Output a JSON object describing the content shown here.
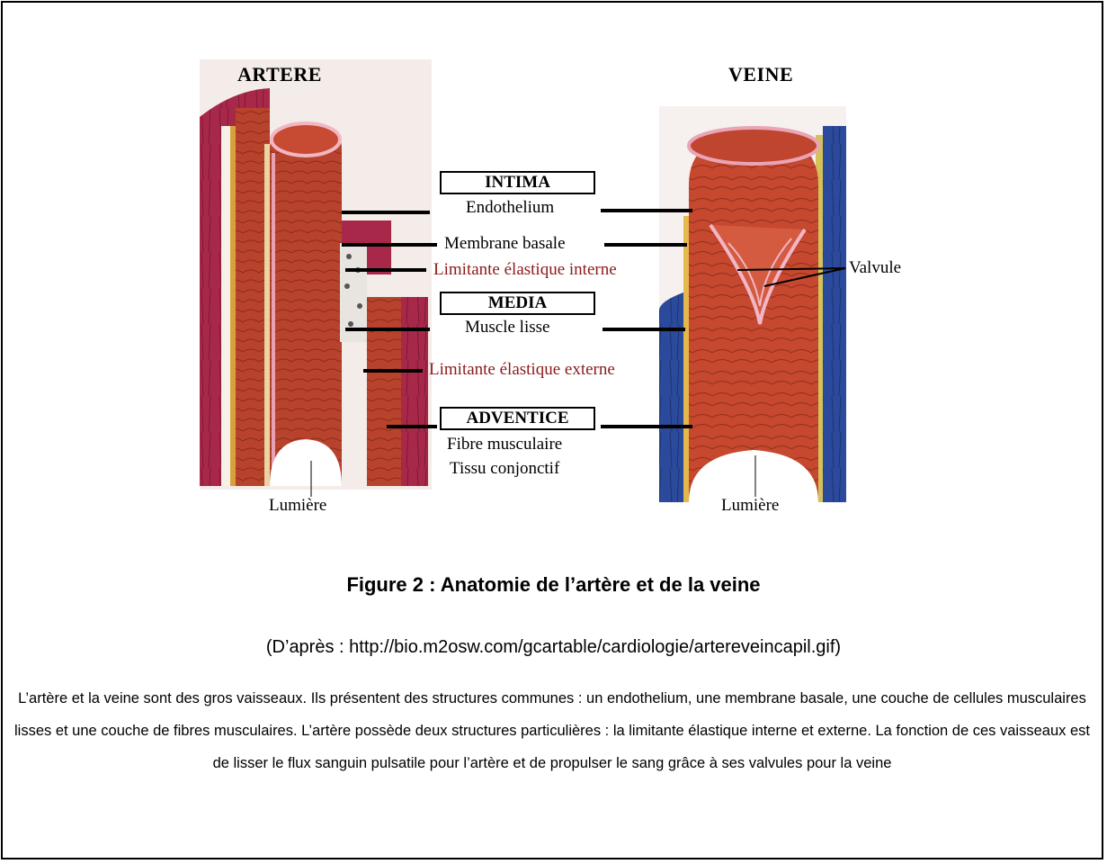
{
  "diagram": {
    "artery_title": "ARTERE",
    "vein_title": "VEINE",
    "labels": {
      "intima": "INTIMA",
      "endothelium": "Endothelium",
      "membrane_basale": "Membrane basale",
      "limitante_interne": "Limitante élastique interne",
      "media": "MEDIA",
      "muscle_lisse": "Muscle lisse",
      "limitante_externe": "Limitante élastique externe",
      "adventice": "ADVENTICE",
      "fibre_musculaire": "Fibre musculaire",
      "tissu_conjonctif": "Tissu conjonctif",
      "valvule": "Valvule",
      "lumiere_artere": "Lumière",
      "lumiere_veine": "Lumière"
    },
    "colors": {
      "muscle": "#b8432c",
      "artery_outer": "#a8284a",
      "vein_outer": "#2b4a9c",
      "label_red": "#8b1a1a"
    }
  },
  "caption": "Figure 2 : Anatomie de l’artère et de la veine",
  "source": "(D’après : http://bio.m2osw.com/gcartable/cardiologie/artereveincapil.gif)",
  "paragraph": "L’artère et la veine sont des gros vaisseaux. Ils présentent des structures communes : un endothelium, une membrane basale, une couche de cellules musculaires lisses et une couche de fibres musculaires. L’artère possède deux structures particulières : la limitante élastique interne et externe. La fonction de ces vaisseaux est de lisser le flux sanguin pulsatile pour l’artère et de propulser le sang grâce à ses valvules pour la veine"
}
